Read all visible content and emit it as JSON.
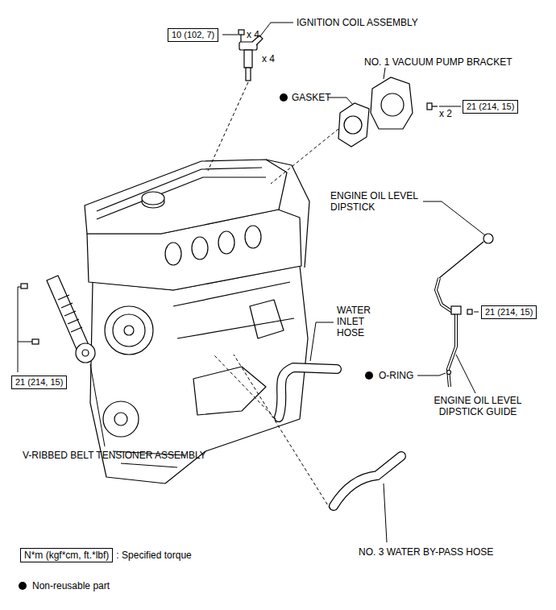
{
  "diagram": {
    "nodes": [
      {
        "text": [
          "10 (102, 7)"
        ]
      },
      {
        "text": [
          "21 (214, 15)"
        ]
      },
      {
        "text": [
          "21 (214, 15)"
        ]
      },
      {
        "text": [
          "21 (214, 15)"
        ]
      },
      {
        "text": [
          "N*m (kgf*cm, ft.*lbf)"
        ]
      }
    ],
    "labels": [
      "IGNITION COIL ASSEMBLY",
      "x 4",
      "x 4",
      "NO. 1 VACUUM PUMP BRACKET",
      "GASKET",
      "x 2",
      "ENGINE OIL LEVEL DIPSTICK",
      "WATER INLET HOSE",
      "O-RING",
      "ENGINE OIL LEVEL DIPSTICK GUIDE",
      "V-RIBBED BELT TENSIONER ASSEMBLY",
      "NO. 3 WATER BY-PASS HOSE"
    ],
    "legend": [
      {
        "text": ": Specified torque"
      },
      {
        "text": "Non-reusable part"
      }
    ]
  }
}
